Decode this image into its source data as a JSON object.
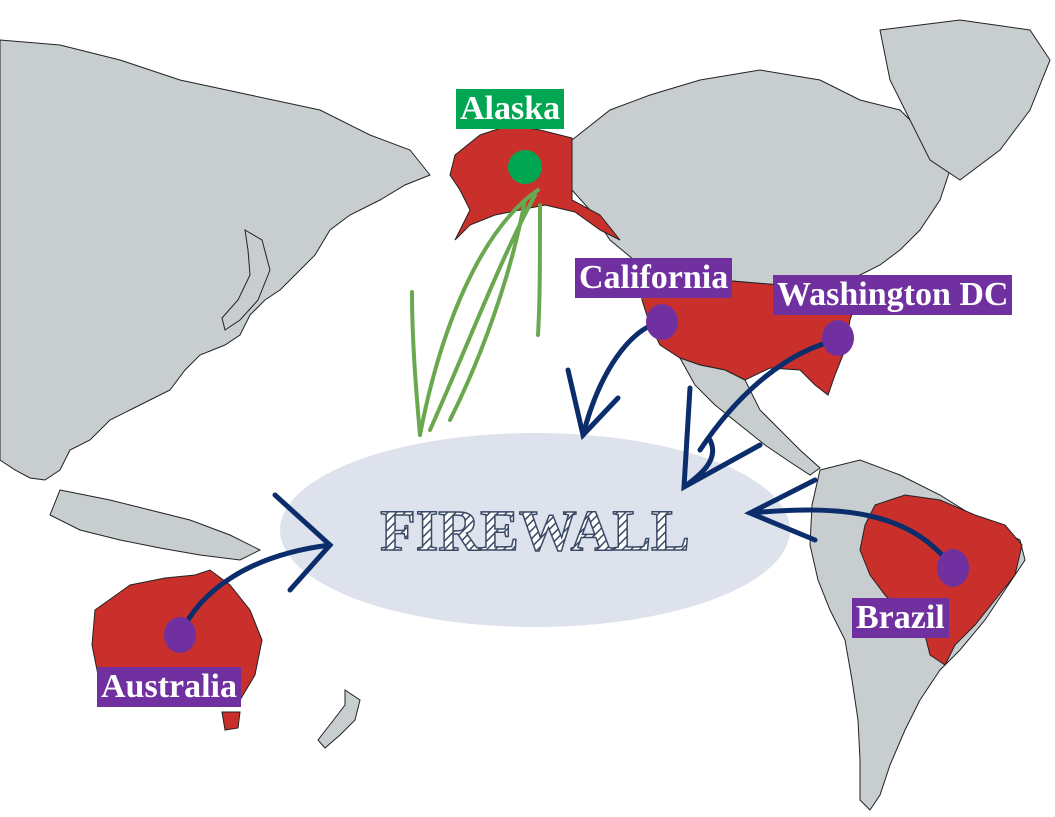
{
  "colors": {
    "ocean": "#ffffff",
    "land": "#c8cdd0",
    "land_stroke": "#222222",
    "highlight_region": "#c9302c",
    "label_purple": "#7030a0",
    "label_green": "#00a651",
    "firewall_ellipse": "#dde2ec",
    "arrow_blue": "#0c2d6b",
    "arrow_green": "#6aa84f",
    "firewall_text": "#3a4a66"
  },
  "center": {
    "label": "FIREWALL"
  },
  "locations": [
    {
      "id": "alaska",
      "label": "Alaska",
      "style": "green"
    },
    {
      "id": "california",
      "label": "California",
      "style": "purple"
    },
    {
      "id": "washington",
      "label": "Washington DC",
      "style": "purple"
    },
    {
      "id": "brazil",
      "label": "Brazil",
      "style": "purple"
    },
    {
      "id": "australia",
      "label": "Australia",
      "style": "purple"
    }
  ]
}
